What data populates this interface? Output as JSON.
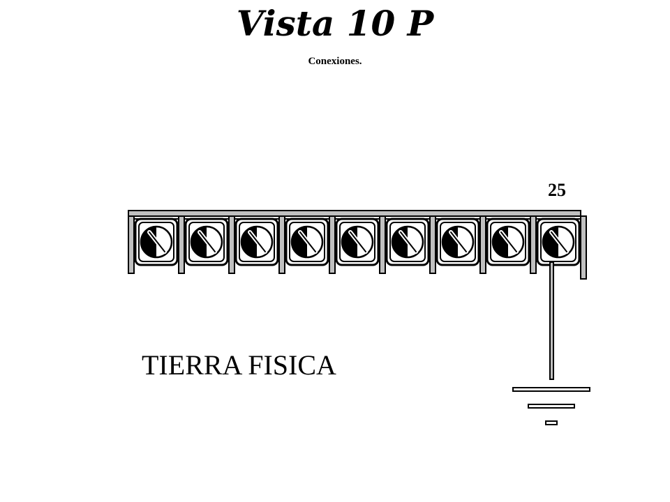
{
  "header": {
    "title": "Vista 10 P",
    "subtitle": "Conexiones."
  },
  "terminal_block": {
    "terminal_count": 9,
    "highlighted_terminal_label": "25",
    "highlighted_terminal_index": 8
  },
  "ground": {
    "label": "TIERRA FISICA",
    "icon": "ground-symbol-icon"
  },
  "colors": {
    "stroke": "#000000",
    "fill": "#ffffff",
    "rail": "#c0c0c0"
  }
}
